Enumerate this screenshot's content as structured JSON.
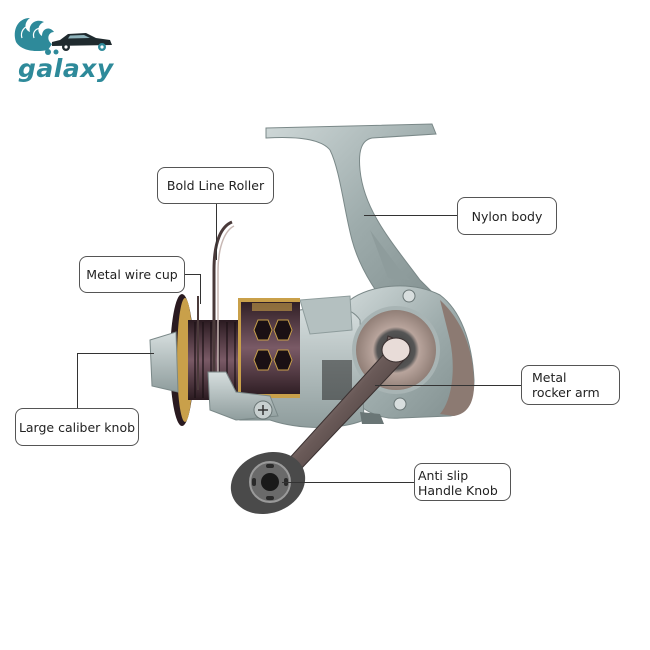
{
  "brand": {
    "name": "galaxy",
    "logo_icon": "wave-car-icon",
    "color": "#2e8a9a"
  },
  "product": {
    "type": "spinning fishing reel",
    "image_icon": "fishing-reel-image",
    "colors": {
      "body": "#a9b6b6",
      "spool": "#5a3a46",
      "accent_gold": "#c9a04a",
      "rocker": "#8c7a72"
    }
  },
  "callouts": [
    {
      "id": "bold-line-roller",
      "text": "Bold Line Roller"
    },
    {
      "id": "nylon-body",
      "text": "Nylon body"
    },
    {
      "id": "metal-wire-cup",
      "text": "Metal wire cup"
    },
    {
      "id": "large-caliber-knob",
      "text": "Large caliber knob"
    },
    {
      "id": "metal-rocker-arm",
      "text": "Metal rocker arm"
    },
    {
      "id": "anti-slip-handle-knob",
      "text": "Anti slip Handle Knob"
    }
  ]
}
